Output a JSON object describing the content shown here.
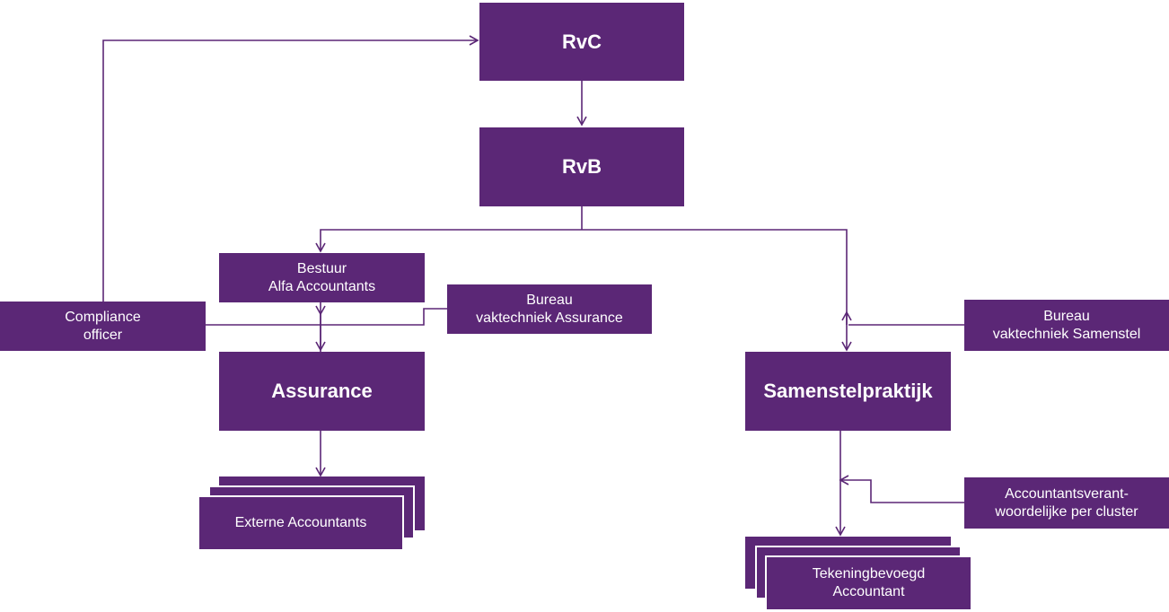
{
  "colors": {
    "box_fill": "#5b2776",
    "connector": "#5b2776",
    "text": "#ffffff",
    "background": "#ffffff"
  },
  "nodes": {
    "rvc": {
      "label": "RvC"
    },
    "rvb": {
      "label": "RvB"
    },
    "bestuur": {
      "line1": "Bestuur",
      "line2": "Alfa Accountants"
    },
    "compliance": {
      "line1": "Compliance",
      "line2": "officer"
    },
    "bureau_assurance": {
      "line1": "Bureau",
      "line2": "vaktechniek Assurance"
    },
    "assurance": {
      "label": "Assurance"
    },
    "externe": {
      "label": "Externe Accountants"
    },
    "bureau_samenstel": {
      "line1": "Bureau",
      "line2": "vaktechniek Samenstel"
    },
    "samenstelpraktijk": {
      "label": "Samenstelpraktijk"
    },
    "accountantsverant": {
      "line1": "Accountantsverant-",
      "line2": "woordelijke per cluster"
    },
    "tekeningbevoegd": {
      "line1": "Tekeningbevoegd",
      "line2": "Accountant"
    }
  }
}
